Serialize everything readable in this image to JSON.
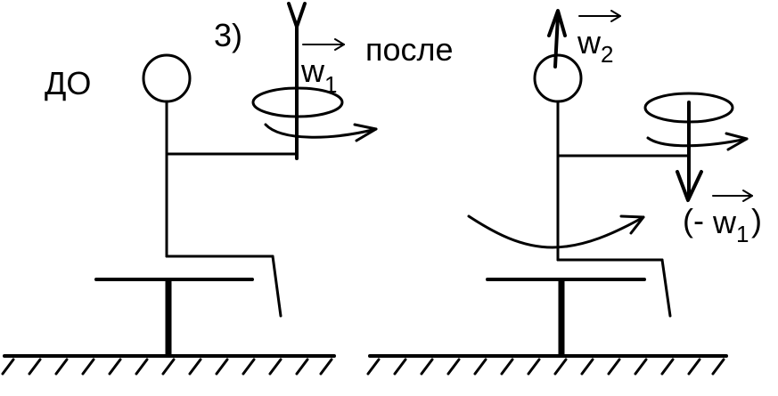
{
  "labels": {
    "before": "ДО",
    "number": "3)",
    "after": "после",
    "w1_letter": "w",
    "w1_index": "1",
    "w2_letter": "w",
    "w2_index": "2",
    "neg_open": "(-",
    "neg_letter": "w",
    "neg_index": "1",
    "neg_close": ")"
  },
  "colors": {
    "ink": "#000000",
    "background": "#ffffff"
  }
}
